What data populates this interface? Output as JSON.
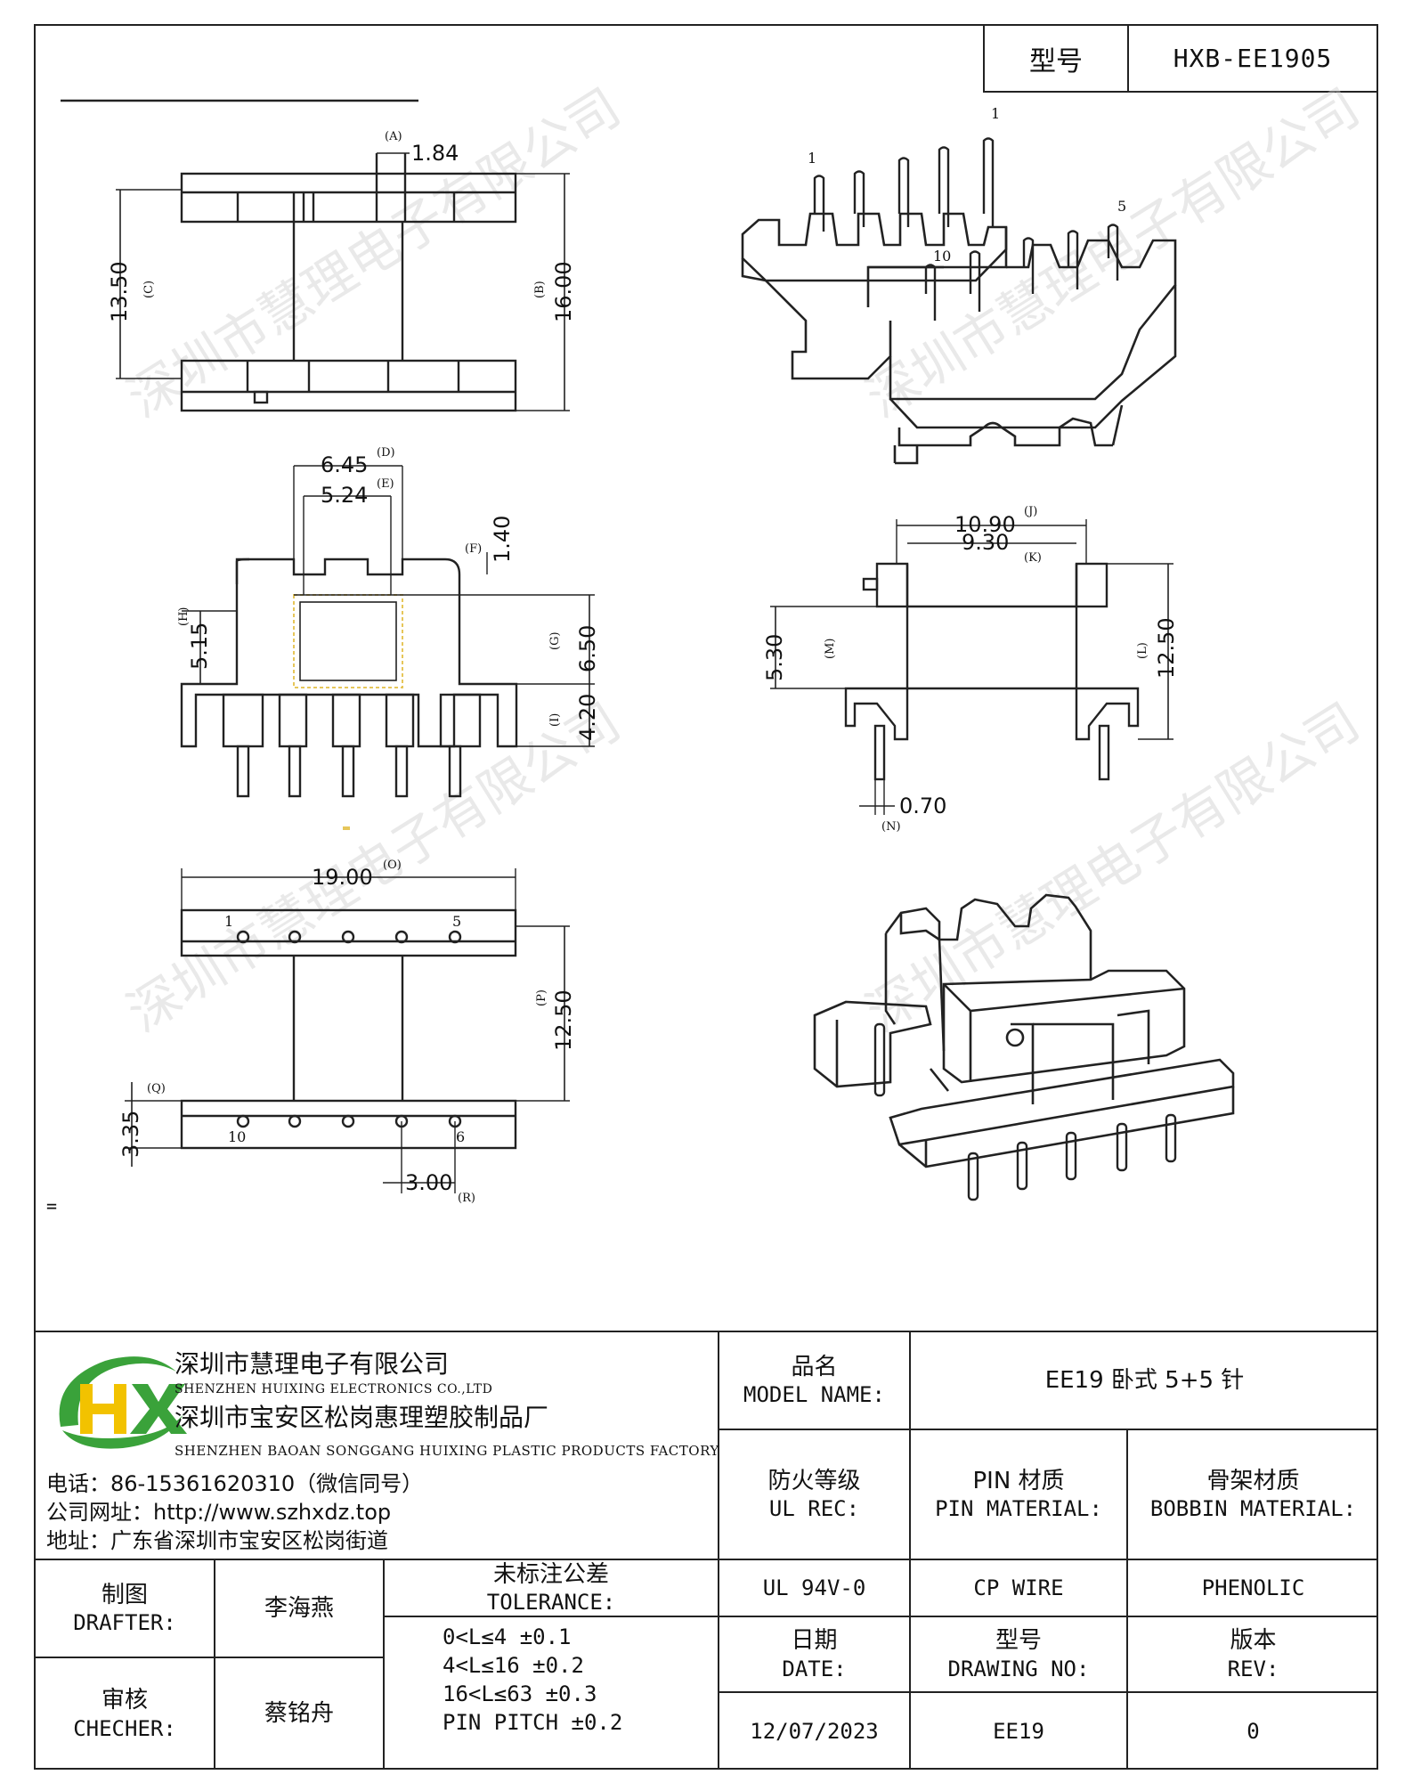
{
  "header": {
    "model_label": "型号",
    "model_value": "HXB-EE1905"
  },
  "dimensions": {
    "A": "1.84",
    "B": "16.00",
    "C": "13.50",
    "D": "6.45",
    "E": "5.24",
    "F": "1.40",
    "G": "6.50",
    "H": "5.15",
    "I": "4.20",
    "J": "10.90",
    "K": "9.30",
    "L": "12.50",
    "M": "5.30",
    "N": "0.70",
    "O": "19.00",
    "P": "12.50",
    "Q": "3.35",
    "R": "3.00"
  },
  "dimension_tags": [
    "(A)",
    "(B)",
    "(C)",
    "(D)",
    "(E)",
    "(F)",
    "(G)",
    "(H)",
    "(I)",
    "(J)",
    "(K)",
    "(L)",
    "(M)",
    "(N)",
    "(O)",
    "(P)",
    "(Q)",
    "(R)"
  ],
  "pin_labels": {
    "p1": "1",
    "p5": "5",
    "p10": "10",
    "p6": "6"
  },
  "watermark": "深圳市慧理电子有限公司",
  "stray_mark": "=",
  "company": {
    "name_cn": "深圳市慧理电子有限公司",
    "name_en": "SHENZHEN HUIXING ELECTRONICS CO.,LTD",
    "factory_cn": "深圳市宝安区松岗惠理塑胶制品厂",
    "factory_en": "SHENZHEN BAOAN SONGGANG HUIXING PLASTIC PRODUCTS FACTORY",
    "phone": "电话：86-15361620310（微信同号）",
    "website": "公司网址：http://www.szhxdz.top",
    "address": "地址：广东省深圳市宝安区松岗街道",
    "logo_letters": "HX"
  },
  "title_block": {
    "model_name_cn": "品名",
    "model_name_en": "MODEL NAME:",
    "model_name_value": "EE19 卧式 5+5 针",
    "ul_cn": "防火等级",
    "ul_en": "UL REC:",
    "ul_value": "UL 94V-0",
    "pin_mat_cn": "PIN 材质",
    "pin_mat_en": "PIN MATERIAL:",
    "pin_mat_value": "CP WIRE",
    "bobbin_cn": "骨架材质",
    "bobbin_en": "BOBBIN MATERIAL:",
    "bobbin_value": "PHENOLIC",
    "drafter_cn": "制图",
    "drafter_en": "DRAFTER:",
    "drafter_value": "李海燕",
    "checker_cn": "审核",
    "checker_en": "CHECHER:",
    "checker_value": "蔡铭舟",
    "tolerance_cn": "未标注公差",
    "tolerance_en": "TOLERANCE:",
    "tolerances": [
      "0<L≤4   ±0.1",
      "4<L≤16  ±0.2",
      "16<L≤63  ±0.3",
      "PIN PITCH  ±0.2"
    ],
    "date_cn": "日期",
    "date_en": "DATE:",
    "date_value": "12/07/2023",
    "drawing_cn": "型号",
    "drawing_en": "DRAWING NO:",
    "drawing_value": "EE19",
    "rev_cn": "版本",
    "rev_en": "REV:",
    "rev_value": "0"
  },
  "colors": {
    "line": "#222222",
    "logo_green": "#3aa23a",
    "logo_yellow": "#f2c200",
    "watermark": "#cfcfcf"
  }
}
